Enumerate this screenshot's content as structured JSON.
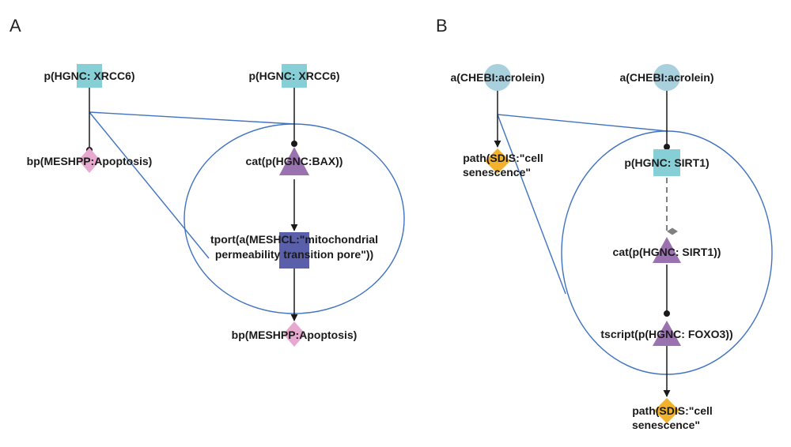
{
  "colors": {
    "protein": "#86cfd6",
    "abundance": "#a8d0dd",
    "biological_process": "#e7a9d0",
    "activity": "#9b72b0",
    "transport": "#5a5fab",
    "pathology": "#f3b22e",
    "zoom_outline": "#3f72c0",
    "edge": "#1a1a1a",
    "edge_negative_correlation": "#808080"
  },
  "panels": [
    {
      "letter": "A",
      "nodes": [
        {
          "id": "a1",
          "shape": "square",
          "kind": "protein",
          "label": [
            "p(HGNC: XRCC6)"
          ]
        },
        {
          "id": "a2",
          "shape": "diamond",
          "kind": "biological_process",
          "label": [
            "bp(MESHPP:Apoptosis)"
          ]
        },
        {
          "id": "a3",
          "shape": "square",
          "kind": "protein",
          "label": [
            "p(HGNC: XRCC6)"
          ]
        },
        {
          "id": "a4",
          "shape": "triangle",
          "kind": "activity",
          "label": [
            "cat(p(HGNC:BAX))"
          ]
        },
        {
          "id": "a5",
          "shape": "square",
          "kind": "transport",
          "label": [
            "tport(a(MESHCL:\"mitochondrial",
            "permeability transition pore\"))"
          ]
        },
        {
          "id": "a6",
          "shape": "diamond",
          "kind": "biological_process",
          "label": [
            "bp(MESHPP:Apoptosis)"
          ]
        }
      ],
      "edges": [
        {
          "from": "a1",
          "to": "a2",
          "relation": "decreases"
        },
        {
          "from": "a3",
          "to": "a4",
          "relation": "decreases"
        },
        {
          "from": "a4",
          "to": "a5",
          "relation": "increases"
        },
        {
          "from": "a5",
          "to": "a6",
          "relation": "increases"
        }
      ]
    },
    {
      "letter": "B",
      "nodes": [
        {
          "id": "b1",
          "shape": "circle",
          "kind": "abundance",
          "label": [
            "a(CHEBI:acrolein)"
          ]
        },
        {
          "id": "b2",
          "shape": "diamond",
          "kind": "pathology",
          "label": [
            "path(SDIS:\"cell",
            "senescence\""
          ]
        },
        {
          "id": "b3",
          "shape": "circle",
          "kind": "abundance",
          "label": [
            "a(CHEBI:acrolein)"
          ]
        },
        {
          "id": "b4",
          "shape": "square",
          "kind": "protein",
          "label": [
            "p(HGNC: SIRT1)"
          ]
        },
        {
          "id": "b5",
          "shape": "triangle",
          "kind": "activity",
          "label": [
            "cat(p(HGNC: SIRT1))"
          ]
        },
        {
          "id": "b6",
          "shape": "triangle",
          "kind": "activity",
          "label": [
            "tscript(p(HGNC: FOXO3))"
          ]
        },
        {
          "id": "b7",
          "shape": "diamond",
          "kind": "pathology",
          "label": [
            "path(SDIS:\"cell",
            "senescence\""
          ]
        }
      ],
      "edges": [
        {
          "from": "b1",
          "to": "b2",
          "relation": "increases"
        },
        {
          "from": "b3",
          "to": "b4",
          "relation": "decreases"
        },
        {
          "from": "b4",
          "to": "b5",
          "relation": "negativeCorrelation"
        },
        {
          "from": "b5",
          "to": "b6",
          "relation": "decreases"
        },
        {
          "from": "b6",
          "to": "b7",
          "relation": "increases"
        }
      ]
    }
  ]
}
